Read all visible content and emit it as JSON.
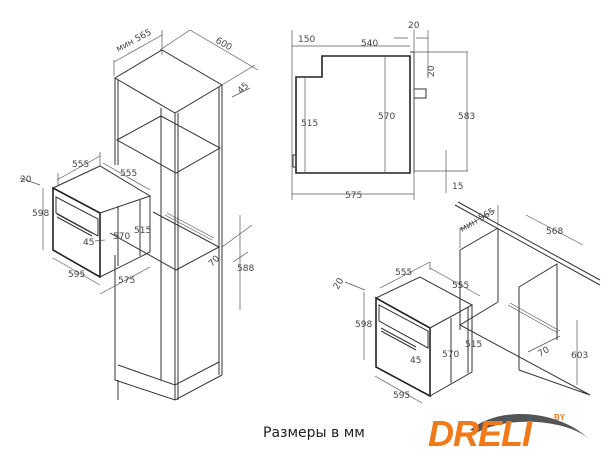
{
  "caption": "Размеры в мм",
  "logo": {
    "text": "DRELI",
    "by": "BY",
    "color": "#f07a1a"
  },
  "column_view": {
    "cabinet": [
      "мин 565",
      "600",
      "45",
      "70",
      "588"
    ],
    "oven": [
      "555",
      "555",
      "20",
      "598",
      "570",
      "515",
      "45",
      "595",
      "575"
    ]
  },
  "side_view": [
    "20",
    "150",
    "540",
    "20",
    "515",
    "570",
    "583",
    "15",
    "575"
  ],
  "corner_view": {
    "cabinet": [
      "мин 565",
      "568",
      "70",
      "603"
    ],
    "oven": [
      "555",
      "555",
      "20",
      "598",
      "570",
      "515",
      "45",
      "595"
    ]
  }
}
